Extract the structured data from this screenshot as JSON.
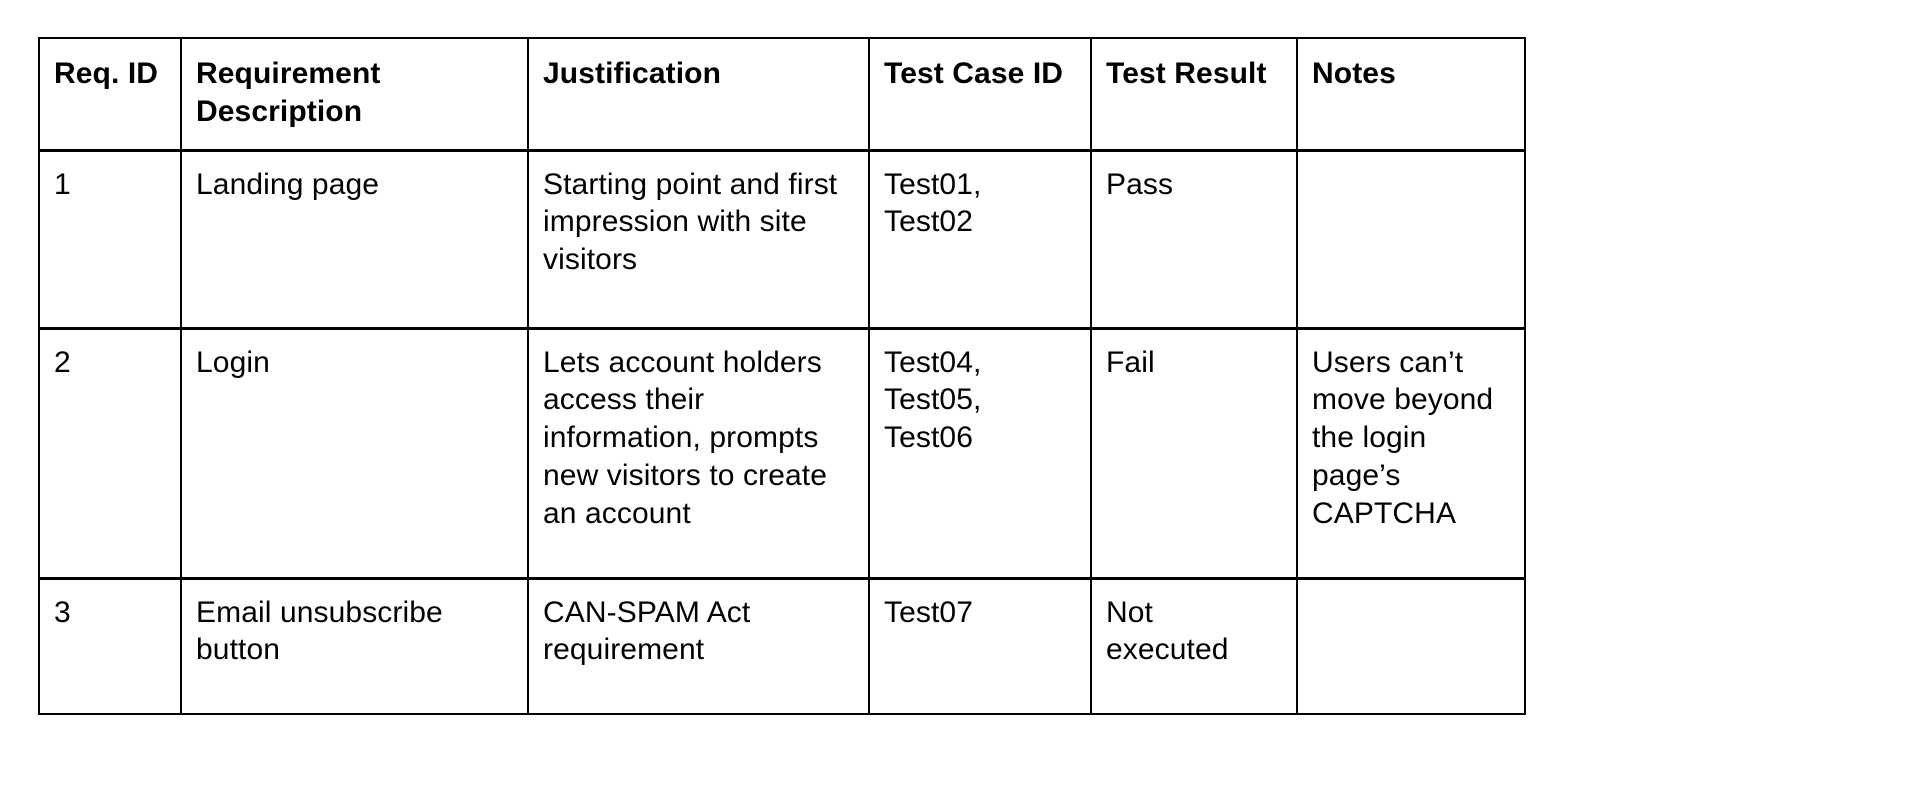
{
  "table": {
    "name": "requirements-traceability-table",
    "columns": [
      {
        "key": "req_id",
        "label": "Req. ID"
      },
      {
        "key": "description",
        "label": "Requirement Description"
      },
      {
        "key": "justification",
        "label": "Justification"
      },
      {
        "key": "test_case_id",
        "label": "Test Case ID"
      },
      {
        "key": "test_result",
        "label": "Test Result"
      },
      {
        "key": "notes",
        "label": "Notes"
      }
    ],
    "rows": [
      {
        "req_id": "1",
        "description": "Landing page",
        "justification": "Starting point and first impression with site visitors",
        "test_case_id": "Test01, Test02",
        "test_result": "Pass",
        "notes": ""
      },
      {
        "req_id": "2",
        "description": "Login",
        "justification": "Lets account holders access their information, prompts new visitors to create an account",
        "test_case_id": "Test04, Test05, Test06",
        "test_result": "Fail",
        "notes": "Users can’t move beyond the login page’s CAPTCHA"
      },
      {
        "req_id": "3",
        "description": "Email unsubscribe button",
        "justification": "CAN-SPAM Act requirement",
        "test_case_id": "Test07",
        "test_result": "Not executed",
        "notes": ""
      }
    ]
  },
  "colors": {
    "background": "#ffffff",
    "text": "#000000",
    "border": "#000000"
  }
}
